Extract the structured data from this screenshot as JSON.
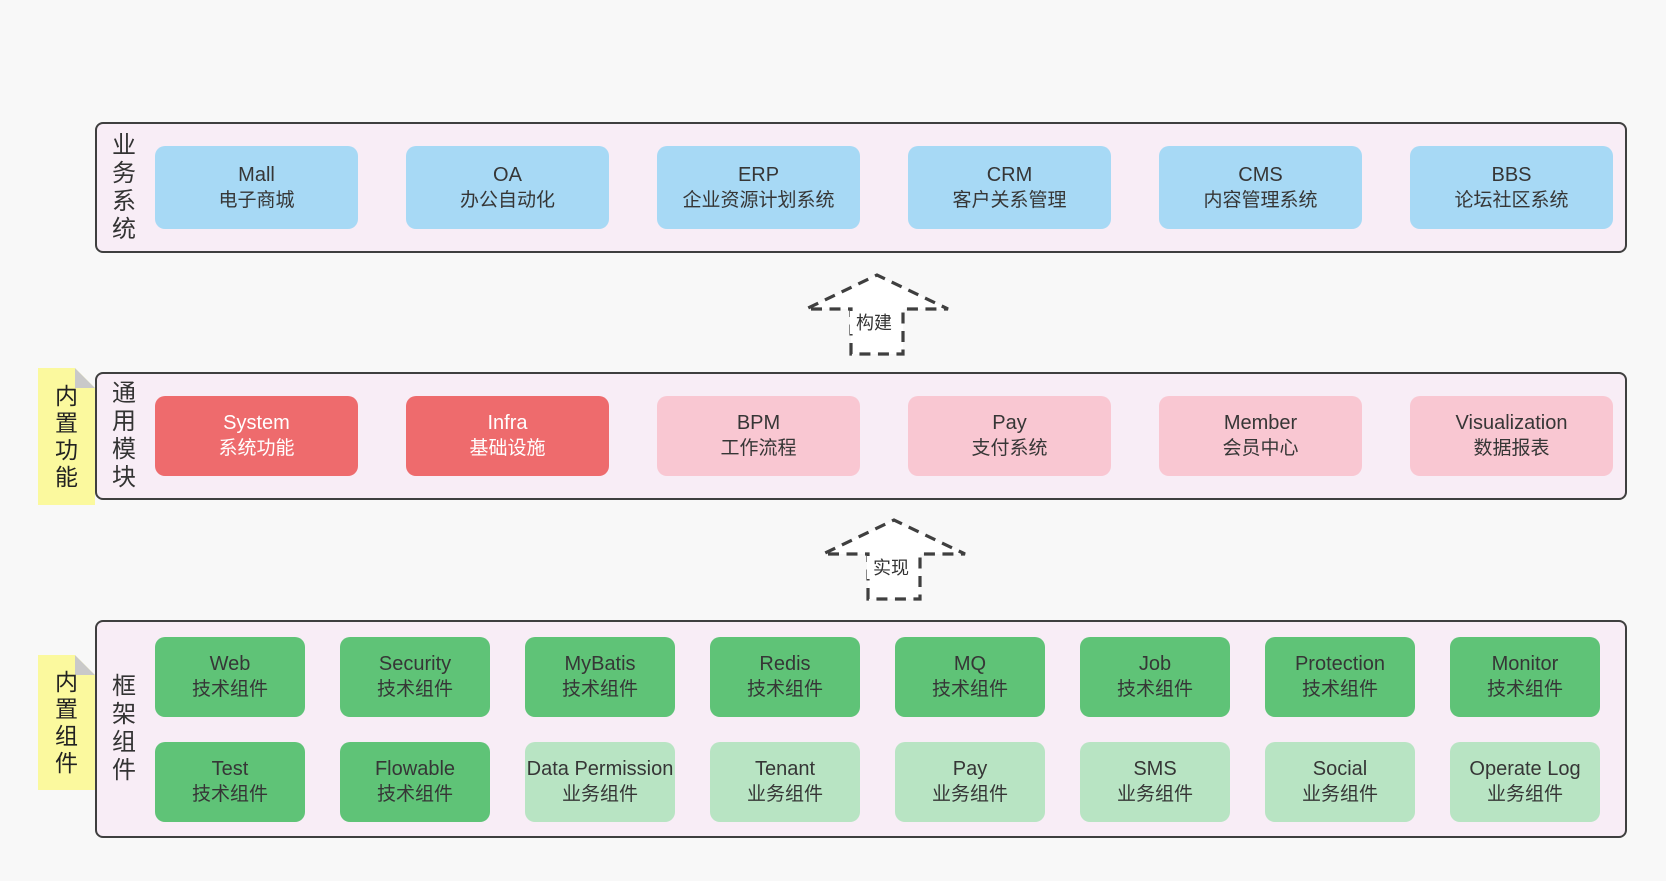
{
  "colors": {
    "page-bg": "#f8f8f8",
    "band-bg": "#f8edf6",
    "border": "#3f3f3f",
    "blue": "#a7d9f5",
    "red": "#ee6b6d",
    "pink": "#f9c7d2",
    "green-dark": "#5fc377",
    "green-light": "#b8e4c3",
    "sticky": "#fbf99e",
    "fold": "#c9c9c9",
    "text-dark": "#363636"
  },
  "stickies": [
    {
      "label": "内置功能"
    },
    {
      "label": "内置组件"
    }
  ],
  "arrows": [
    {
      "label": "构建"
    },
    {
      "label": "实现"
    }
  ],
  "bands": [
    {
      "label": "业务系统",
      "rows": [
        [
          {
            "title": "Mall",
            "subtitle": "电子商城",
            "variant": "blue"
          },
          {
            "title": "OA",
            "subtitle": "办公自动化",
            "variant": "blue"
          },
          {
            "title": "ERP",
            "subtitle": "企业资源计划系统",
            "variant": "blue"
          },
          {
            "title": "CRM",
            "subtitle": "客户关系管理",
            "variant": "blue"
          },
          {
            "title": "CMS",
            "subtitle": "内容管理系统",
            "variant": "blue"
          },
          {
            "title": "BBS",
            "subtitle": "论坛社区系统",
            "variant": "blue"
          }
        ]
      ]
    },
    {
      "label": "通用模块",
      "rows": [
        [
          {
            "title": "System",
            "subtitle": "系统功能",
            "variant": "red"
          },
          {
            "title": "Infra",
            "subtitle": "基础设施",
            "variant": "red"
          },
          {
            "title": "BPM",
            "subtitle": "工作流程",
            "variant": "pink"
          },
          {
            "title": "Pay",
            "subtitle": "支付系统",
            "variant": "pink"
          },
          {
            "title": "Member",
            "subtitle": "会员中心",
            "variant": "pink"
          },
          {
            "title": "Visualization",
            "subtitle": "数据报表",
            "variant": "pink"
          }
        ]
      ]
    },
    {
      "label": "框架组件",
      "rows": [
        [
          {
            "title": "Web",
            "subtitle": "技术组件",
            "variant": "green"
          },
          {
            "title": "Security",
            "subtitle": "技术组件",
            "variant": "green"
          },
          {
            "title": "MyBatis",
            "subtitle": "技术组件",
            "variant": "green"
          },
          {
            "title": "Redis",
            "subtitle": "技术组件",
            "variant": "green"
          },
          {
            "title": "MQ",
            "subtitle": "技术组件",
            "variant": "green"
          },
          {
            "title": "Job",
            "subtitle": "技术组件",
            "variant": "green"
          },
          {
            "title": "Protection",
            "subtitle": "技术组件",
            "variant": "green"
          },
          {
            "title": "Monitor",
            "subtitle": "技术组件",
            "variant": "green"
          }
        ],
        [
          {
            "title": "Test",
            "subtitle": "技术组件",
            "variant": "green"
          },
          {
            "title": "Flowable",
            "subtitle": "技术组件",
            "variant": "green"
          },
          {
            "title": "Data Permission",
            "subtitle": "业务组件",
            "variant": "green-light"
          },
          {
            "title": "Tenant",
            "subtitle": "业务组件",
            "variant": "green-light"
          },
          {
            "title": "Pay",
            "subtitle": "业务组件",
            "variant": "green-light"
          },
          {
            "title": "SMS",
            "subtitle": "业务组件",
            "variant": "green-light"
          },
          {
            "title": "Social",
            "subtitle": "业务组件",
            "variant": "green-light"
          },
          {
            "title": "Operate Log",
            "subtitle": "业务组件",
            "variant": "green-light"
          }
        ]
      ]
    }
  ]
}
